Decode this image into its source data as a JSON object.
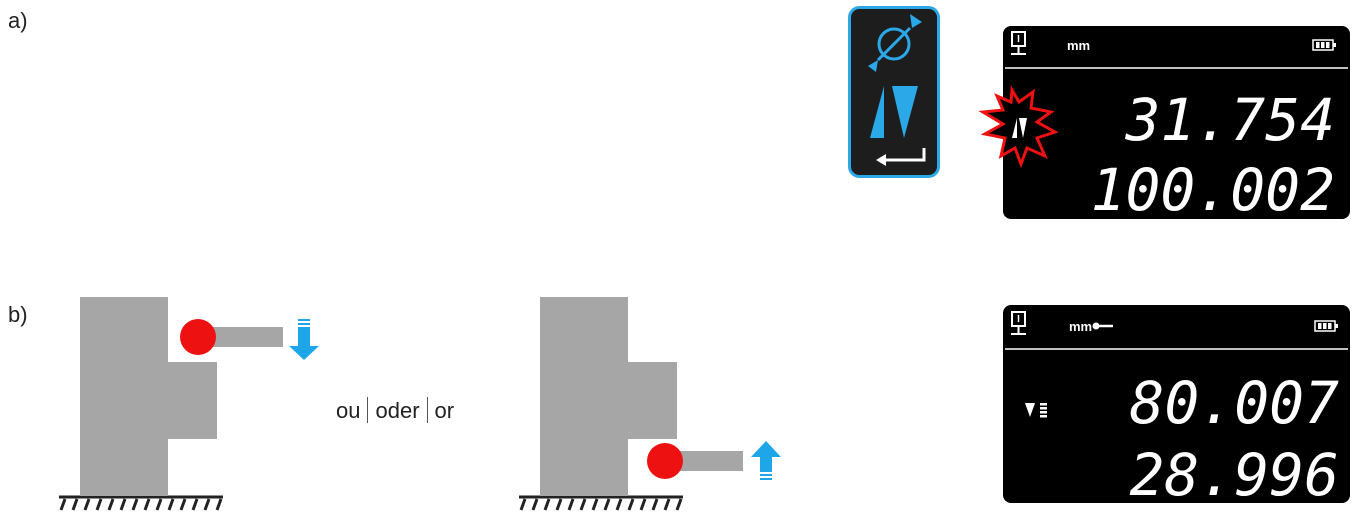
{
  "labels": {
    "a": "a)",
    "b": "b)"
  },
  "or_text": {
    "ou": "ou",
    "oder": "oder",
    "or": "or"
  },
  "display_a": {
    "unit": "mm",
    "value_top": "31.754",
    "value_bottom": "100.002"
  },
  "display_b": {
    "unit": "mm",
    "value_top": "80.007",
    "value_bottom": "28.996"
  },
  "colors": {
    "accent_blue": "#1ea6e8",
    "ball_red": "#ee1111",
    "block_gray": "#a6a6a6",
    "display_bg": "#000000"
  }
}
